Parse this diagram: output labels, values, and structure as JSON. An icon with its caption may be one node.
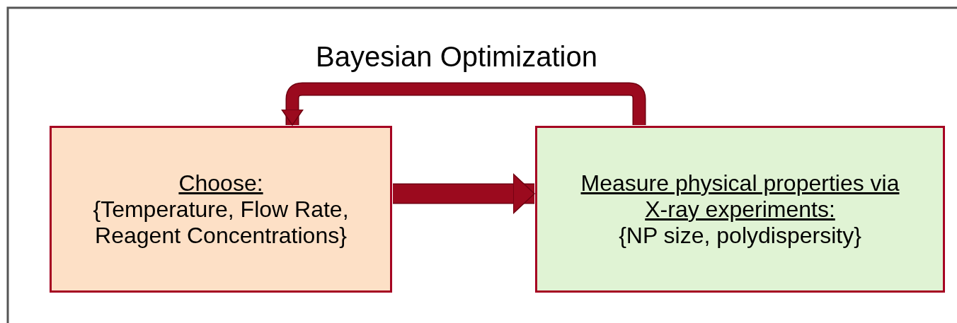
{
  "diagram": {
    "title": "Bayesian Optimization",
    "nodes": [
      {
        "text": [
          "Choose:",
          "{Temperature, Flow Rate, Reagent Concentrations}"
        ]
      },
      {
        "text": [
          "Measure physical properties via X-ray experiments:",
          "{NP size, polydispersity}"
        ]
      }
    ],
    "edges": [
      {
        "from": 0,
        "to": 1,
        "arrow": "to"
      },
      {
        "from": 1,
        "to": 0,
        "arrow": "to"
      }
    ]
  }
}
